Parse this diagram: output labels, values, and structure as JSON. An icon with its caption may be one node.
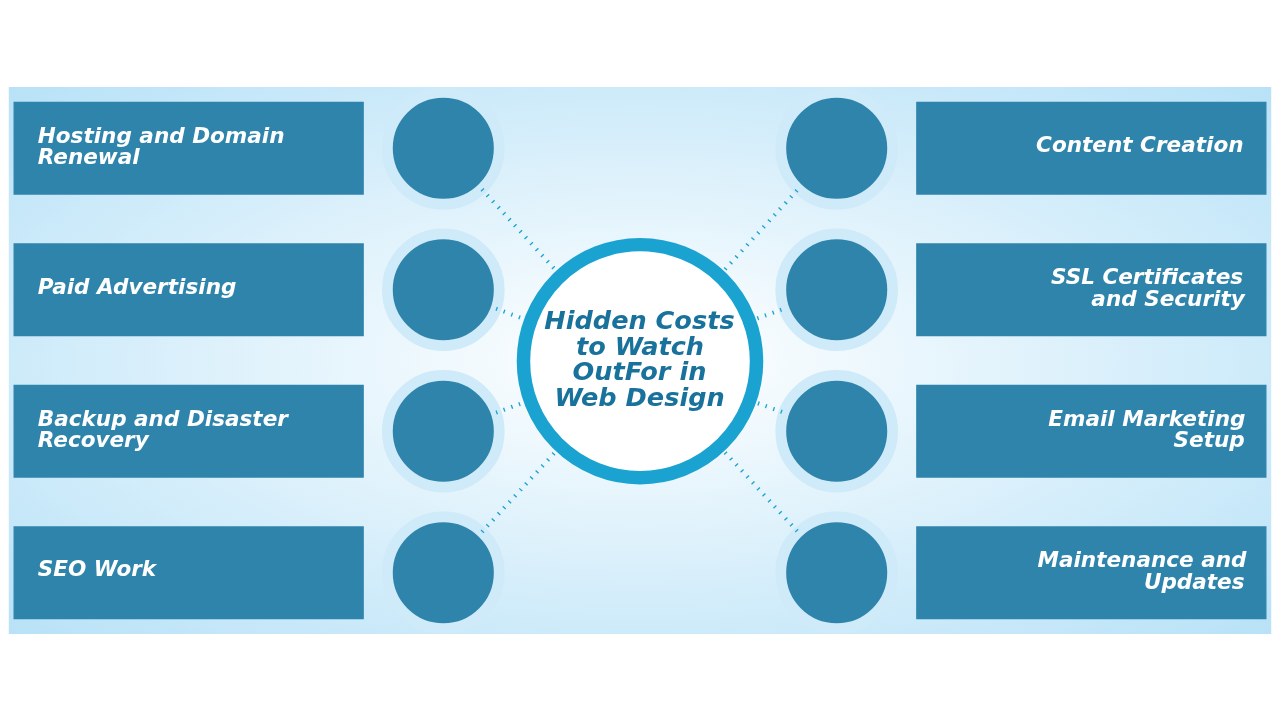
{
  "diagram": {
    "nodes": [
      {
        "text": [
          "Hidden Costs to Watch OutFor in Web Design"
        ]
      },
      {
        "text": [
          "Hosting and Domain Renewal"
        ]
      },
      {
        "text": [],
        "shape": "circle"
      },
      {
        "text": [],
        "shape": "circle"
      },
      {
        "text": [
          "Content Creation"
        ]
      },
      {
        "text": [
          "Paid Advertising"
        ]
      },
      {
        "text": [],
        "shape": "circle"
      },
      {
        "text": [],
        "shape": "circle"
      },
      {
        "text": [
          "SSL Certificates and Security"
        ]
      },
      {
        "text": [
          "Backup and Disaster Recovery"
        ]
      },
      {
        "text": [],
        "shape": "circle"
      },
      {
        "text": [],
        "shape": "circle"
      },
      {
        "text": [
          "Email Marketing Setup"
        ]
      },
      {
        "text": [
          "SEO Work"
        ]
      },
      {
        "text": [],
        "shape": "circle"
      },
      {
        "text": [],
        "shape": "circle"
      },
      {
        "text": [
          "Maintenance and Updates"
        ]
      }
    ],
    "edges": [
      {
        "from": 2,
        "to": 0,
        "arrow": "none",
        "style": "dashed"
      },
      {
        "from": 0,
        "to": 3,
        "arrow": "none",
        "style": "dashed"
      },
      {
        "from": 6,
        "to": 0,
        "arrow": "none",
        "style": "dashed"
      },
      {
        "from": 0,
        "to": 7,
        "arrow": "none",
        "style": "dashed"
      },
      {
        "from": 10,
        "to": 0,
        "arrow": "none",
        "style": "dashed"
      },
      {
        "from": 0,
        "to": 11,
        "arrow": "none",
        "style": "dashed"
      },
      {
        "from": 14,
        "to": 0,
        "arrow": "none",
        "style": "dashed"
      },
      {
        "from": 0,
        "to": 15,
        "arrow": "none",
        "style": "dashed"
      }
    ]
  }
}
